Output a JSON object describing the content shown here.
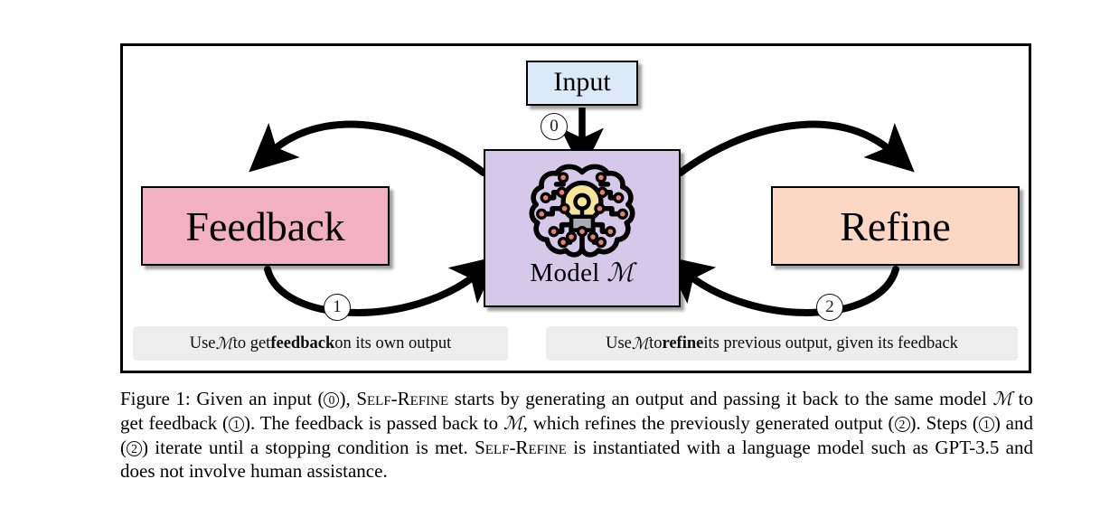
{
  "figure": {
    "nodes": {
      "input": {
        "label": "Input",
        "color": "#DCEAF7"
      },
      "model": {
        "label_prefix": "Model",
        "label_symbol": "ℳ",
        "color": "#D5C8E8",
        "icon": "brain-circuit-lightbulb-icon"
      },
      "feedback": {
        "label": "Feedback",
        "color": "#F2B0C4"
      },
      "refine": {
        "label": "Refine",
        "color": "#FCD7C3"
      }
    },
    "steps": {
      "step0": "0",
      "step1": "1",
      "step2": "2"
    },
    "strips": {
      "left": {
        "part1": "Use ",
        "symbol": "ℳ",
        "part2": " to get ",
        "bold": "feedback",
        "part3": " on its own output"
      },
      "right": {
        "part1": "Use ",
        "symbol": "ℳ",
        "part2": " to ",
        "bold": "refine",
        "part3": " its previous output, given its feedback"
      }
    },
    "arrows": [
      {
        "name": "input-to-model",
        "from": "input",
        "to": "model",
        "step": "0"
      },
      {
        "name": "model-to-feedback",
        "from": "model",
        "to": "feedback",
        "step": ""
      },
      {
        "name": "feedback-to-model",
        "from": "feedback",
        "to": "model",
        "step": "1"
      },
      {
        "name": "model-to-refine",
        "from": "model",
        "to": "refine",
        "step": ""
      },
      {
        "name": "refine-to-model",
        "from": "refine",
        "to": "model",
        "step": "2"
      }
    ]
  },
  "caption": {
    "label": "Figure 1:",
    "t1": " Given an input (",
    "n0": "0",
    "t2": "), ",
    "sc1": "Self-Refine",
    "t3": " starts by generating an output and passing it back to the same model ",
    "m1": "ℳ",
    "t4": " to get feedback (",
    "n1": "1",
    "t5": "). The feedback is passed back to ",
    "m2": "ℳ",
    "t6": ", which refines the previously generated output (",
    "n2": "2",
    "t7": "). Steps (",
    "n3": "1",
    "t8": ") and (",
    "n4": "2",
    "t9": ") iterate until a stopping condition is met. ",
    "sc2": "Self-Refine",
    "t10": " is instantiated with a language model such as GPT-3.5 and does not involve human assistance."
  },
  "colors": {
    "frame_border": "#000000",
    "arrow": "#000000",
    "strip_bg": "#EDEDED",
    "page_bg": "#FFFFFF"
  }
}
